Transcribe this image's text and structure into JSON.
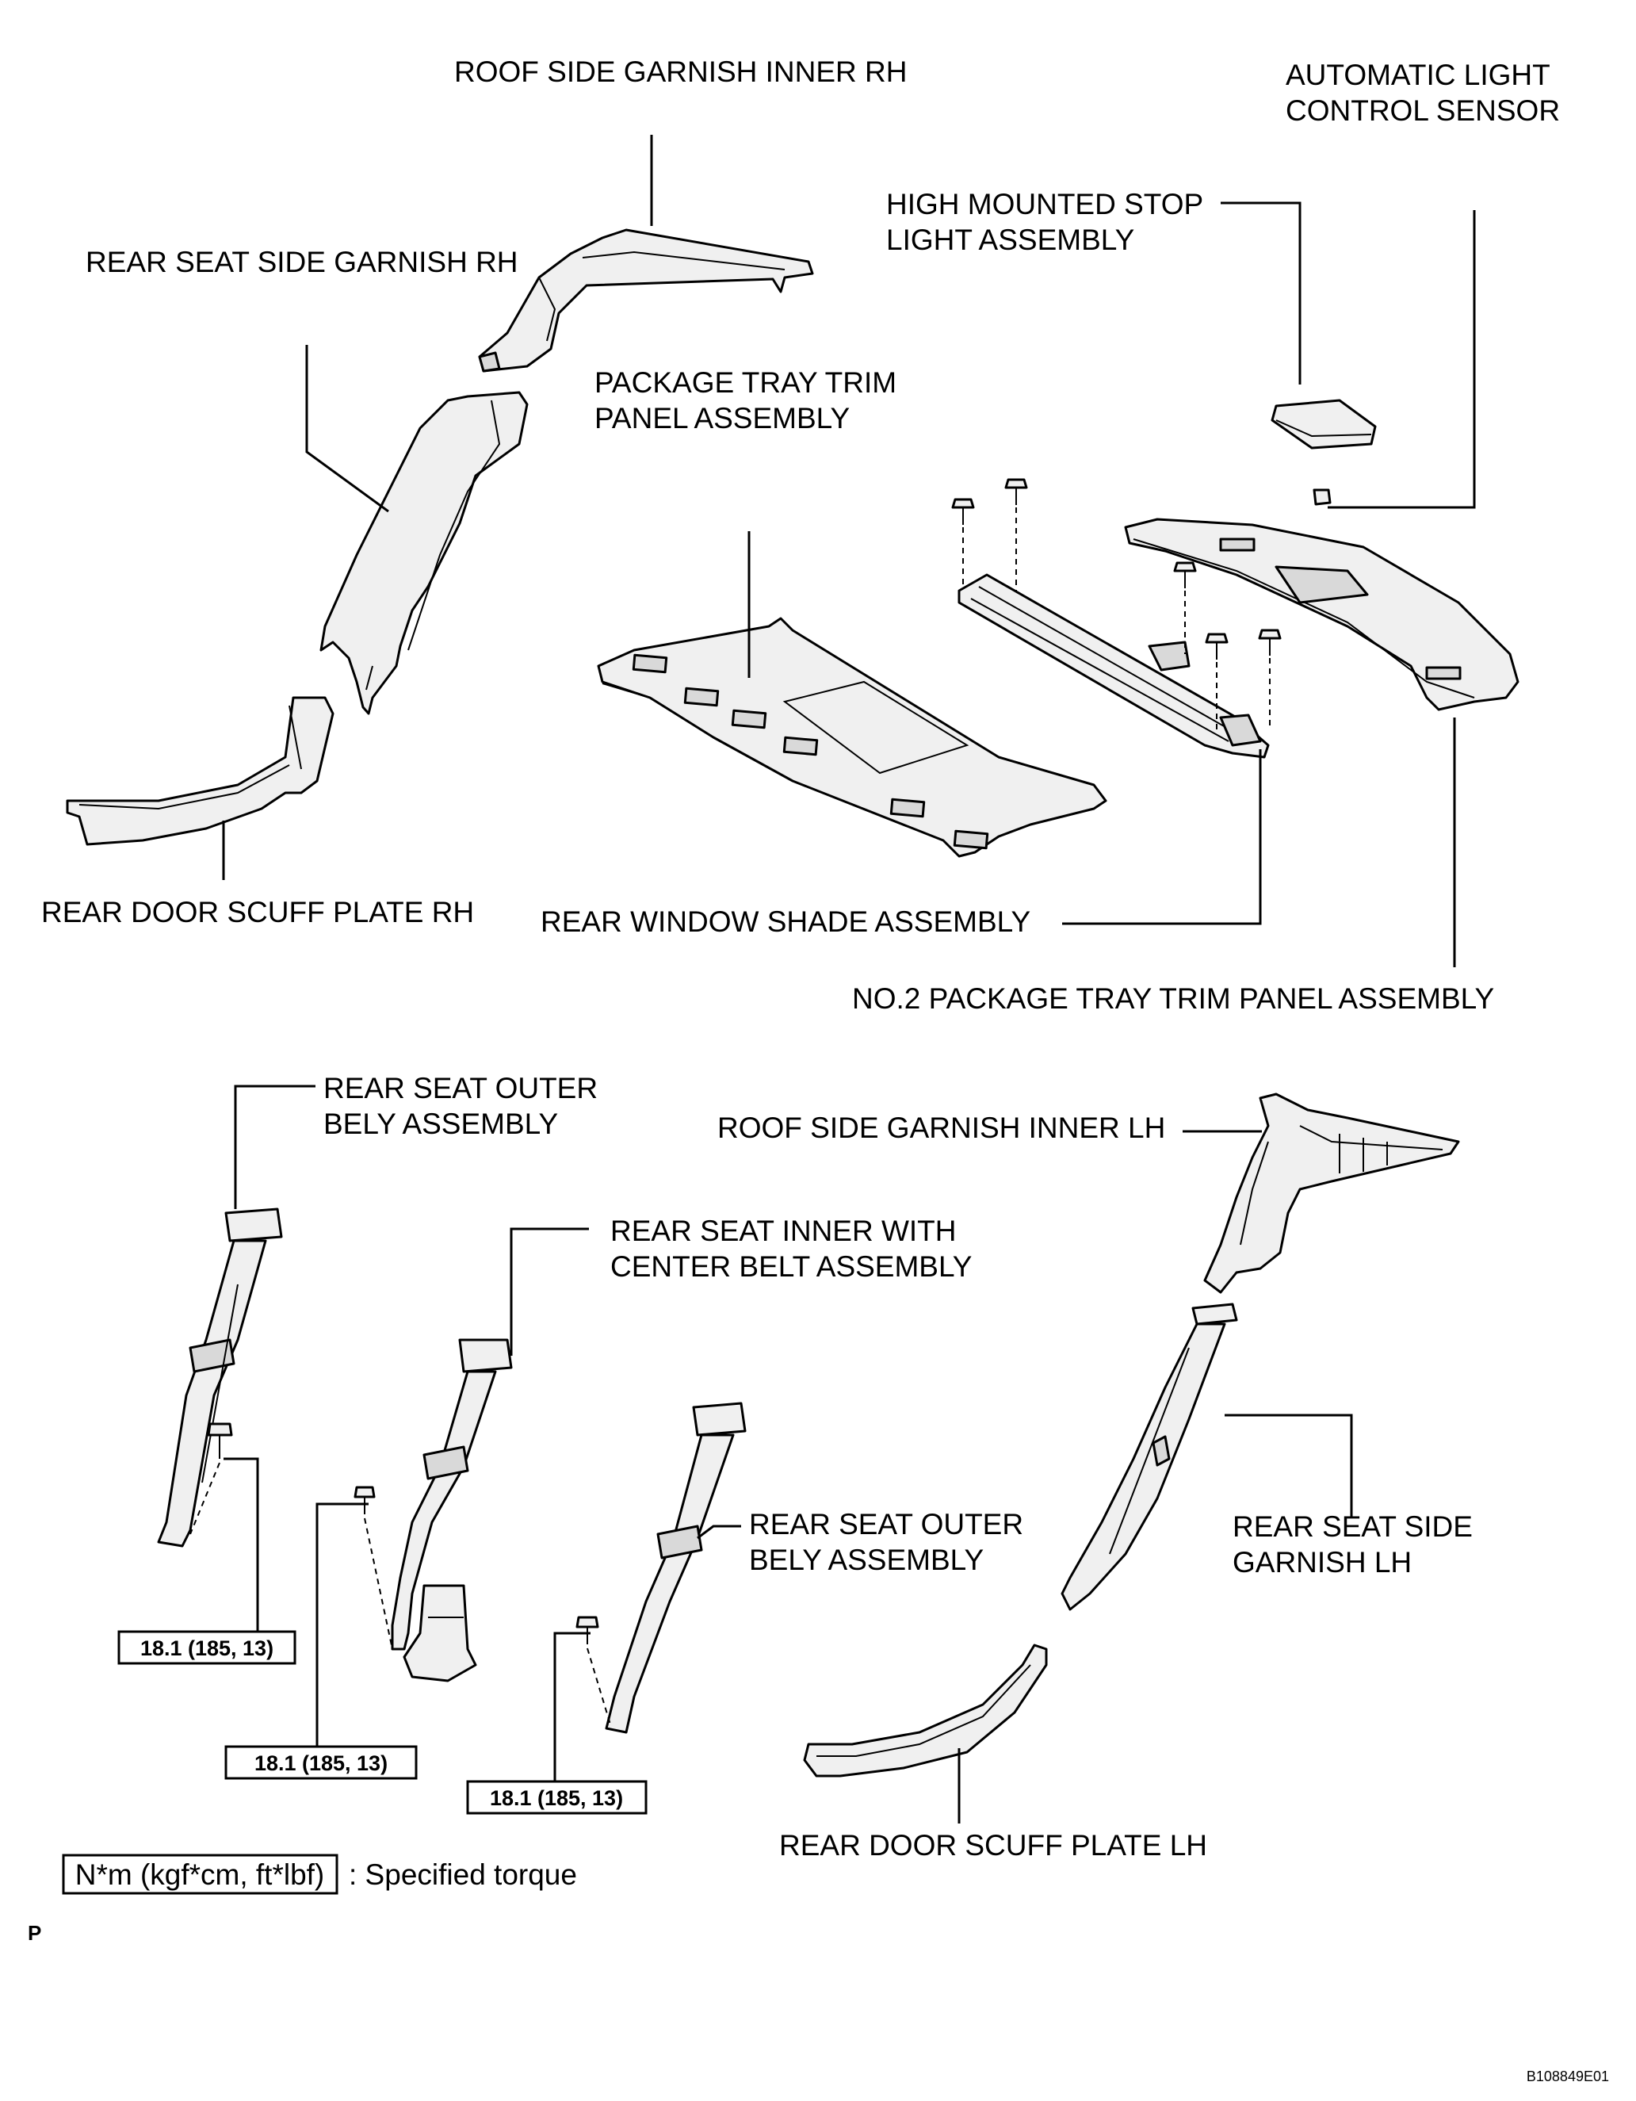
{
  "labels": {
    "roof_side_garnish_inner_rh": "ROOF SIDE GARNISH INNER RH",
    "automatic_light_sensor_line1": "AUTOMATIC LIGHT",
    "automatic_light_sensor_line2": "CONTROL SENSOR",
    "high_mounted_stop_line1": "HIGH MOUNTED STOP",
    "high_mounted_stop_line2": "LIGHT ASSEMBLY",
    "rear_seat_side_garnish_rh": "REAR SEAT SIDE GARNISH RH",
    "package_tray_line1": "PACKAGE TRAY TRIM",
    "package_tray_line2": "PANEL ASSEMBLY",
    "rear_door_scuff_plate_rh": "REAR DOOR SCUFF PLATE RH",
    "rear_window_shade": "REAR WINDOW SHADE ASSEMBLY",
    "no2_package_tray": "NO.2 PACKAGE TRAY TRIM PANEL ASSEMBLY",
    "rear_seat_outer_bely_1_line1": "REAR SEAT OUTER",
    "rear_seat_outer_bely_1_line2": "BELY ASSEMBLY",
    "roof_side_garnish_inner_lh": "ROOF SIDE GARNISH INNER LH",
    "rear_seat_inner_center_line1": "REAR SEAT INNER WITH",
    "rear_seat_inner_center_line2": "CENTER BELT ASSEMBLY",
    "rear_seat_outer_bely_2_line1": "REAR SEAT OUTER",
    "rear_seat_outer_bely_2_line2": "BELY ASSEMBLY",
    "rear_seat_side_garnish_lh_line1": "REAR SEAT SIDE",
    "rear_seat_side_garnish_lh_line2": "GARNISH LH",
    "rear_door_scuff_plate_lh": "REAR DOOR SCUFF PLATE LH"
  },
  "torque": {
    "box1": "18.1 (185, 13)",
    "box2": "18.1 (185, 13)",
    "box3": "18.1 (185, 13)"
  },
  "legend": {
    "unit": "N*m (kgf*cm, ft*lbf)",
    "text": ": Specified torque"
  },
  "footer": {
    "page_mark": "P",
    "figure_code": "B108849E01"
  }
}
